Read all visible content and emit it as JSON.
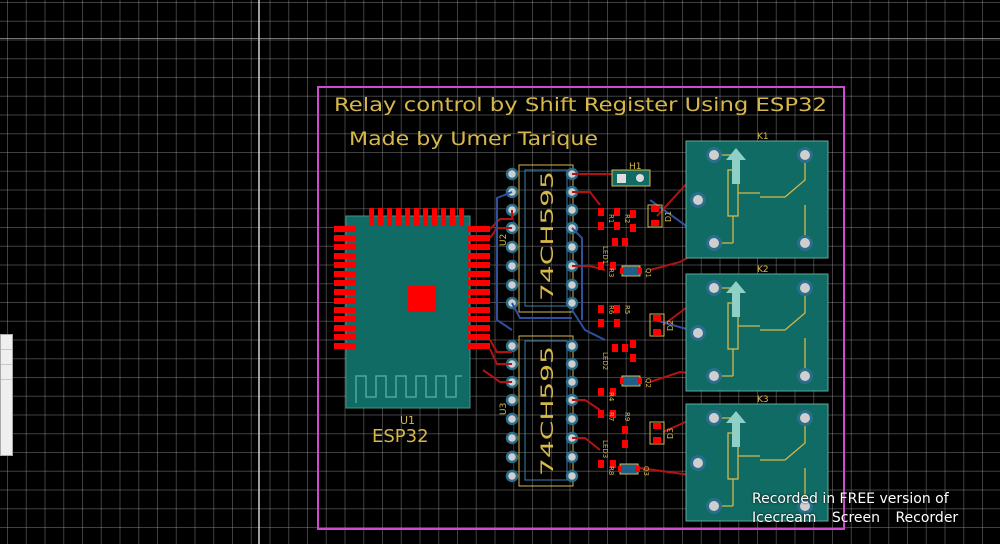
{
  "board": {
    "title": "Relay control by Shift Register Using ESP32",
    "author": "Made by Umer Tarique",
    "outline_color": "#d14bd1",
    "silk_color": "#d6b84a",
    "copper_color": "#e60000",
    "mask_color": "#0f6b63"
  },
  "esp": {
    "ref": "U1",
    "value": "ESP32"
  },
  "shift_registers": [
    {
      "ref": "U2",
      "value": "74CH595"
    },
    {
      "ref": "U3",
      "value": "74CH595"
    }
  ],
  "relays": [
    {
      "ref": "K1",
      "diode": "D1"
    },
    {
      "ref": "K2",
      "diode": "D2"
    },
    {
      "ref": "K3",
      "diode": "D3"
    }
  ],
  "header": {
    "ref": "H1"
  },
  "small_parts": {
    "resistors": [
      "R1",
      "R2",
      "R3",
      "R4",
      "R5",
      "R6",
      "R7",
      "R8",
      "R9"
    ],
    "leds": [
      "LED1",
      "LED2",
      "LED3"
    ],
    "transistors": [
      "Q1",
      "Q2",
      "Q3"
    ]
  },
  "watermark": {
    "line1": "Recorded in FREE version of",
    "line2": "Icecream Screen Recorder"
  },
  "icons": [
    "relay-icon",
    "pad-icon",
    "thermal-pad-icon"
  ]
}
